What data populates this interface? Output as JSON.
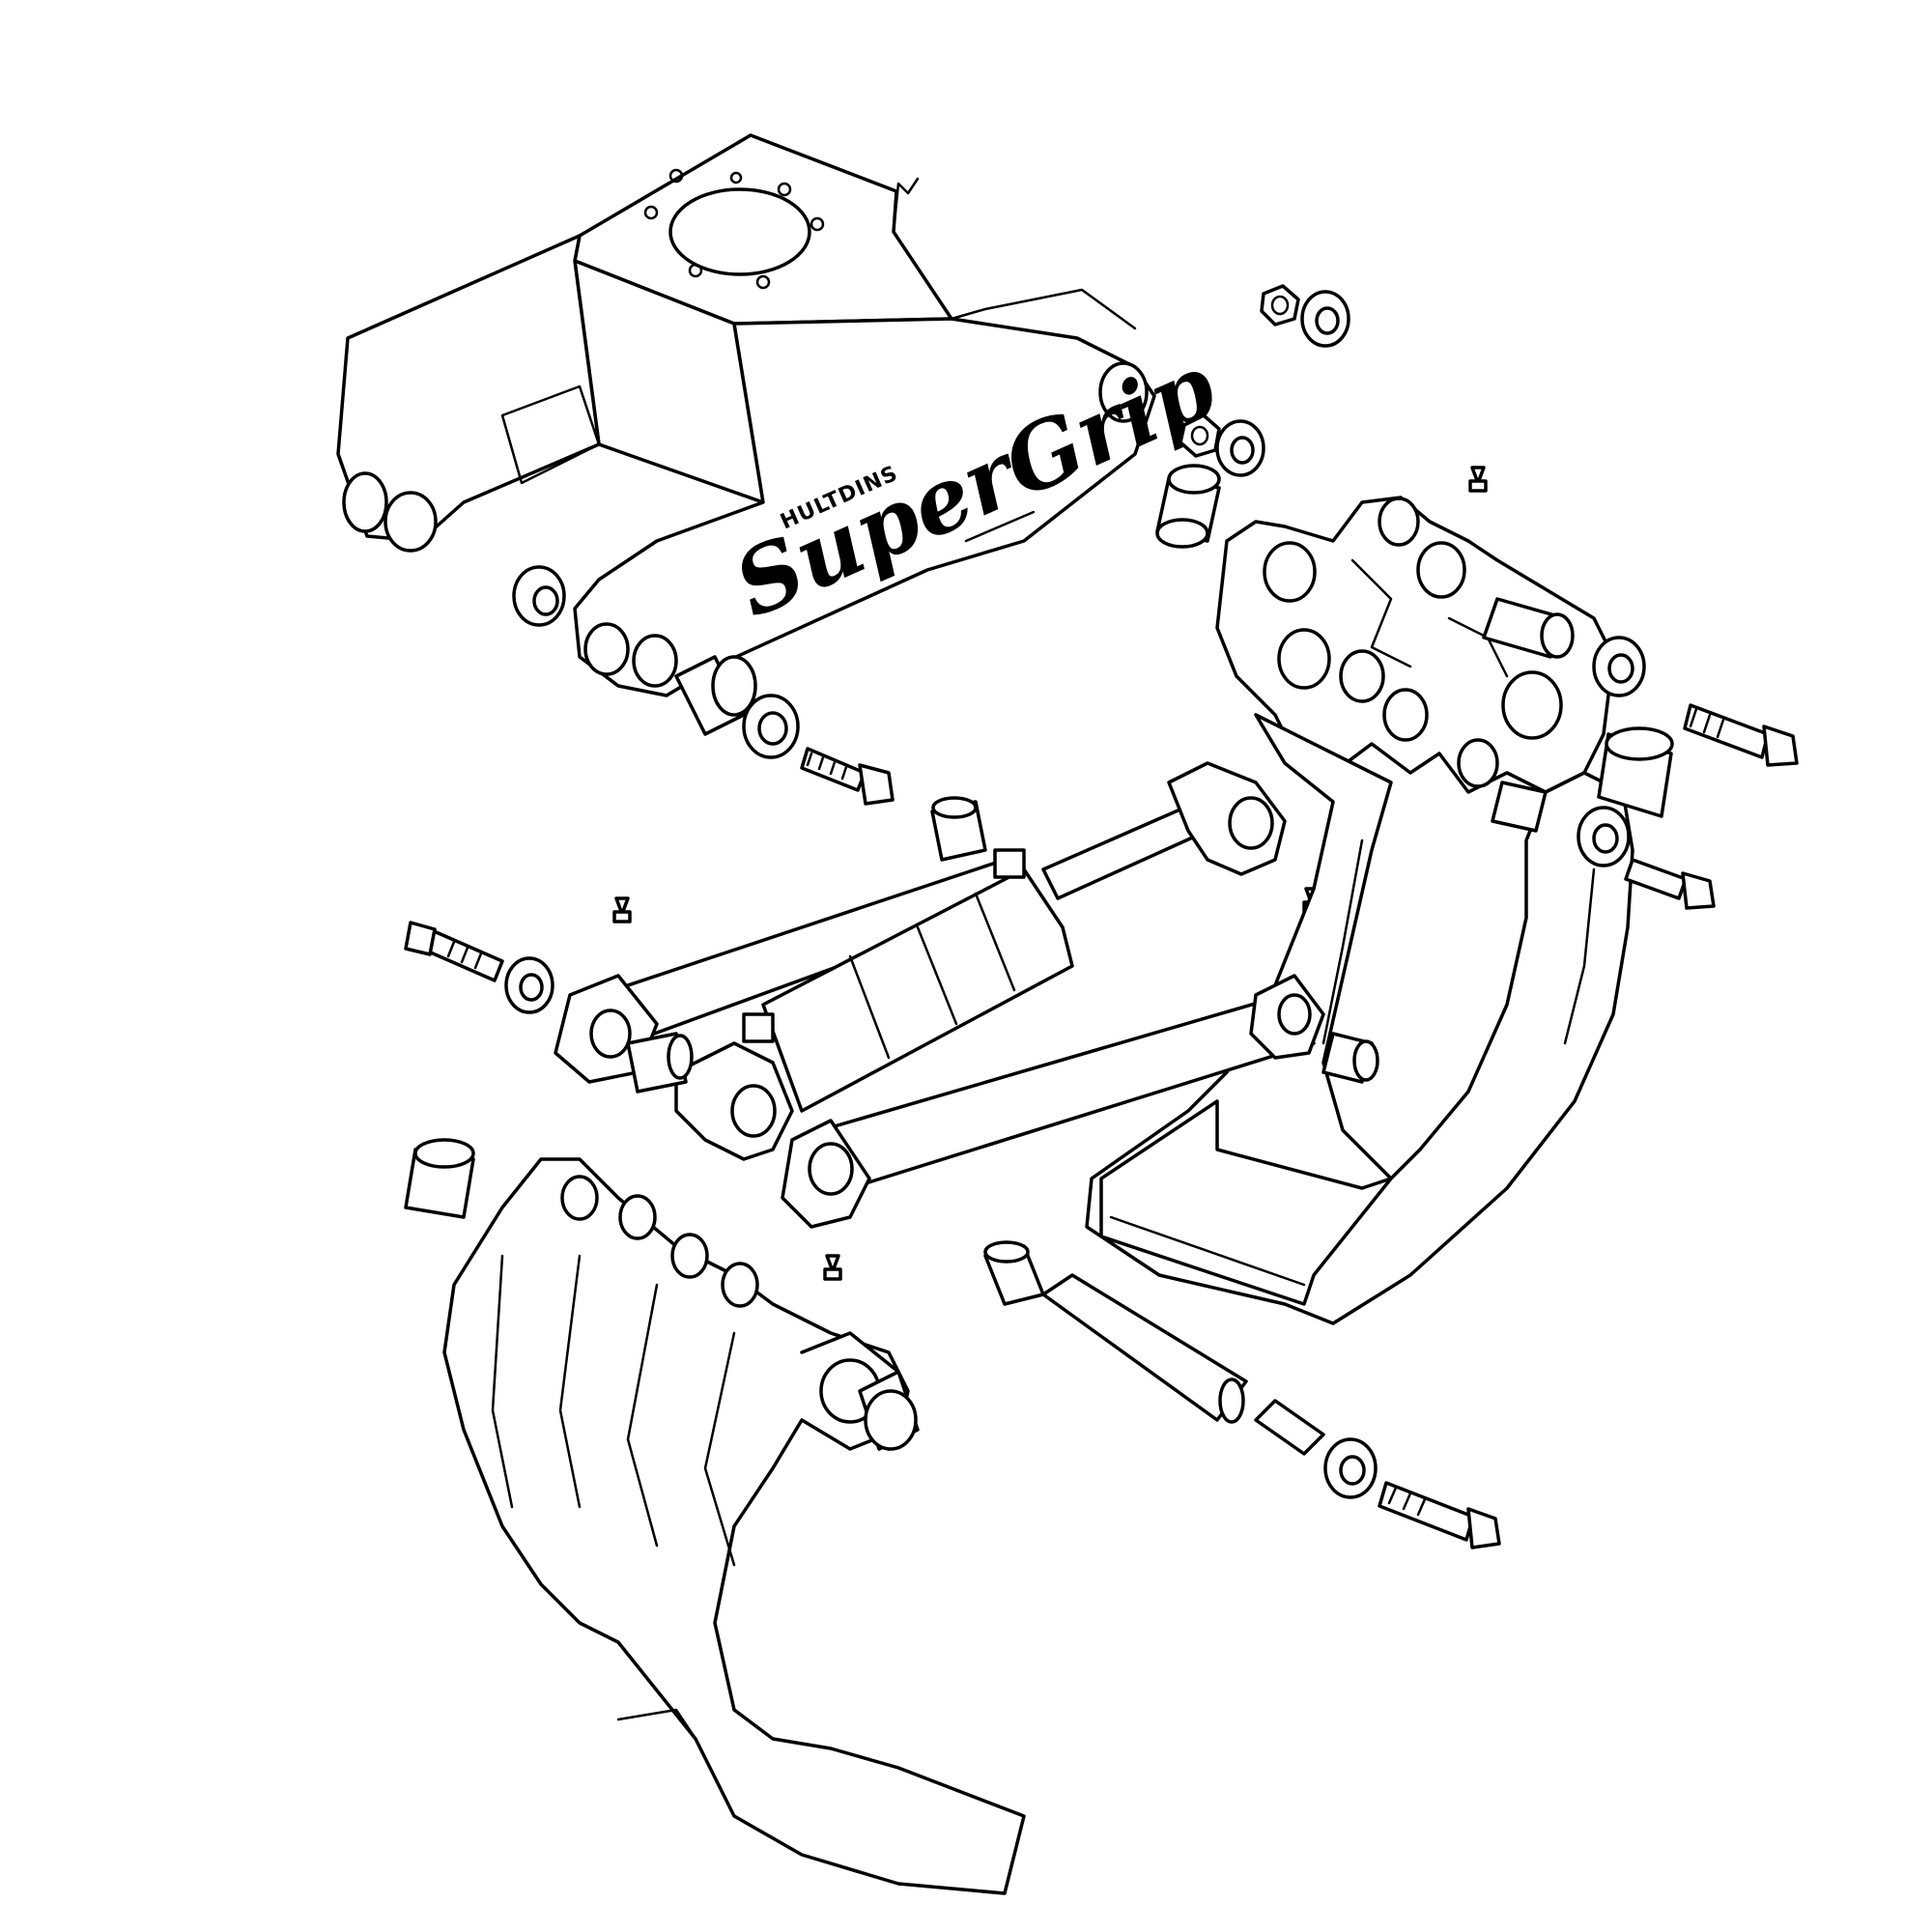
{
  "diagram": {
    "brand_maker": "HULTDINS",
    "brand_product": "SuperGrip",
    "colors": {
      "line": "#000000",
      "background": "#ffffff"
    },
    "style": "exploded-view line drawing",
    "components": [
      "rotator-bracket",
      "upper-grapple-jaw",
      "lower-grapple-jaw",
      "hydraulic-cylinder",
      "link-arm-upper",
      "link-arm-lower",
      "pins",
      "bushings",
      "bolts",
      "washers",
      "nuts",
      "grease-nipples"
    ]
  }
}
